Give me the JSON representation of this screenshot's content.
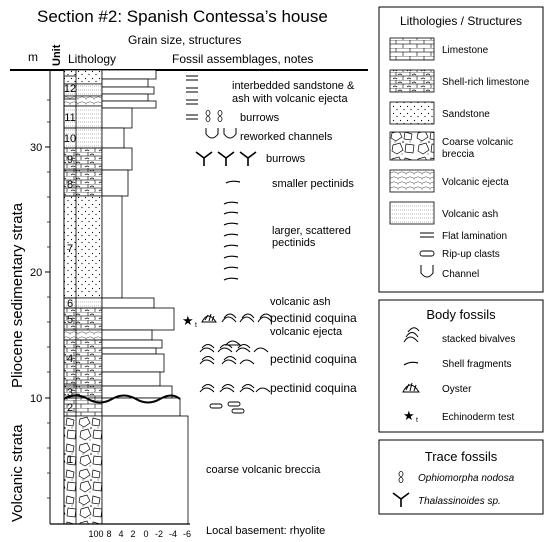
{
  "title": "Section #2:  Spanish Contessa’s house",
  "axis_label_m": "m",
  "header": {
    "unit": "Unit",
    "lithology": "Lithology",
    "grain_title": "Grain size, structures",
    "fossil_title": "Fossil assemblages, notes"
  },
  "depth_ticks": [
    "30",
    "20",
    "10"
  ],
  "grain_ticks": [
    "100",
    "8",
    "4",
    "2",
    "0",
    "-2",
    "-4",
    "-6"
  ],
  "strata_labels": [
    "Pliocene sedimentary strata",
    "Volcanic strata"
  ],
  "units": [
    "12",
    "11",
    "10",
    "9",
    "8",
    "7",
    "6",
    "5",
    "4",
    "3",
    "2",
    "1"
  ],
  "notes": [
    "interbedded sandstone &",
    "ash with volcanic ejecta",
    "burrows",
    "reworked channels",
    "burrows",
    "smaller pectinids",
    "larger, scattered",
    "pectinids",
    "volcanic ash",
    "pectinid coquina",
    "volcanic ejecta",
    "pectinid coquina",
    "pectinid coquina",
    "coarse volcanic breccia",
    "Local basement:  rhyolite"
  ],
  "fossil_marker_t": "t",
  "legend": {
    "title": "Lithologies / Structures",
    "items": [
      "Limestone",
      "Shell-rich limestone",
      "Sandstone",
      "Coarse volcanic",
      "breccia",
      "Volcanic ejecta",
      "Volcanic ash",
      "Flat lamination",
      "Rip-up clasts",
      "Channel"
    ]
  },
  "body_fossils": {
    "title": "Body fossils",
    "items": [
      "stacked bivalves",
      "Shell fragments",
      "Oyster",
      "Echinoderm test"
    ],
    "test_marker": "t"
  },
  "trace_fossils": {
    "title": "Trace fossils",
    "items": [
      "Ophiomorpha nodosa",
      "Thalassinoides sp."
    ]
  }
}
